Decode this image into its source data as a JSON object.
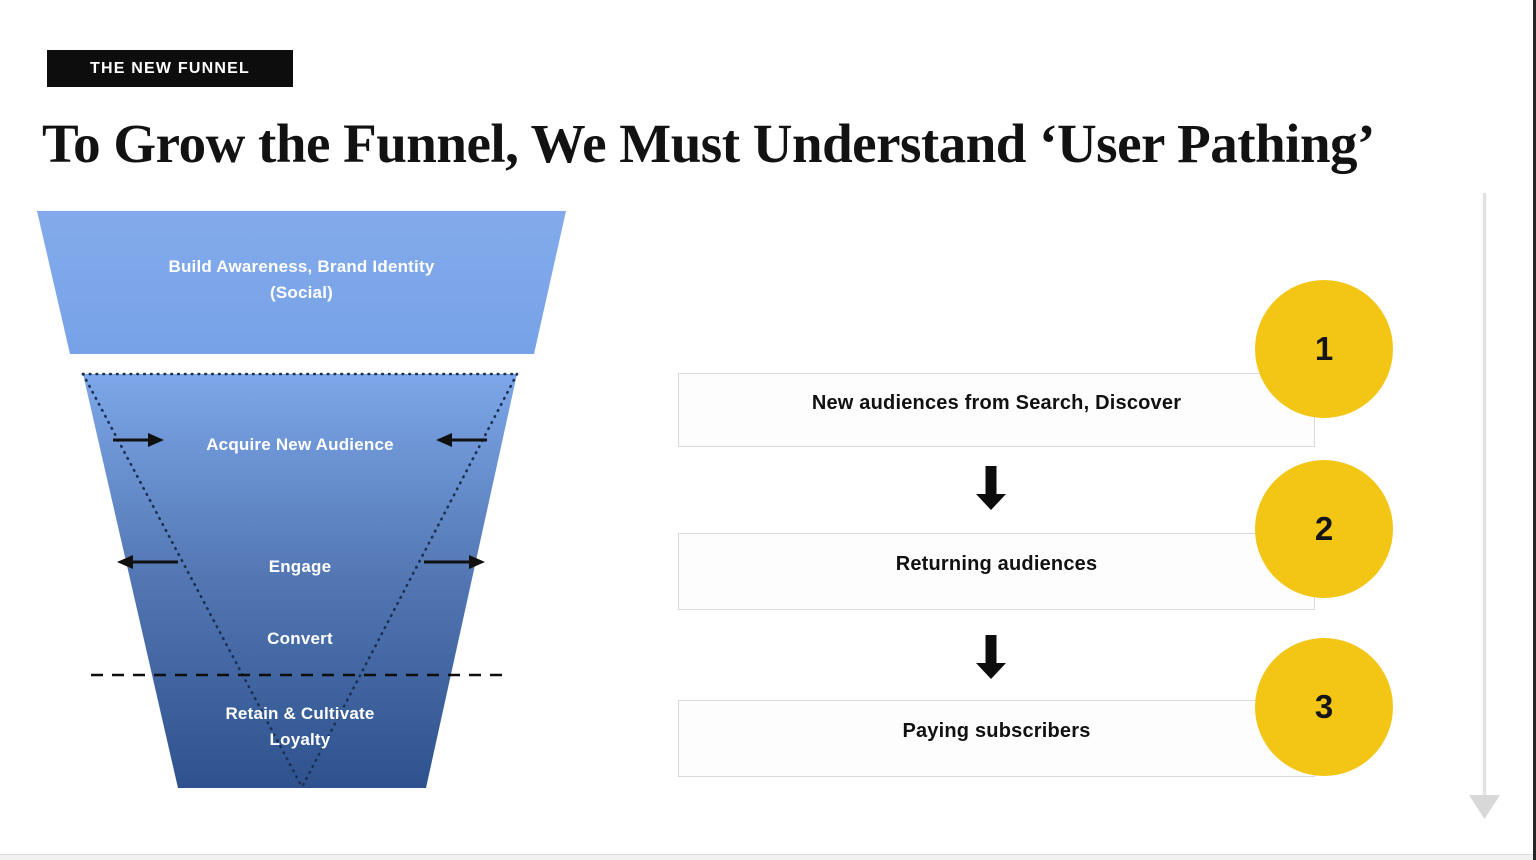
{
  "slide": {
    "tag": "THE NEW FUNNEL",
    "title": "To Grow the Funnel, We Must Understand ‘User Pathing’"
  },
  "funnel": {
    "top_stage": {
      "line1": "Build Awareness, Brand Identity",
      "line2": "(Social)"
    },
    "stage_acquire": "Acquire New Audience",
    "stage_engage": "Engage",
    "stage_convert": "Convert",
    "stage_retain_line1": "Retain & Cultivate",
    "stage_retain_line2": "Loyalty"
  },
  "pathing": {
    "steps": [
      {
        "number": "1",
        "label": "New audiences from Search, Discover"
      },
      {
        "number": "2",
        "label": "Returning audiences"
      },
      {
        "number": "3",
        "label": "Paying subscribers"
      }
    ]
  },
  "colors": {
    "step_badge_yellow": "#F3C515",
    "funnel_blue_light": "#7CA6E8",
    "funnel_blue_dark": "#2F5390",
    "arrow_black": "#111111",
    "box_border_gray": "#d9d9d9",
    "scroll_arrow_gray": "#e2e2e2",
    "tag_background": "#0d0d0d"
  }
}
